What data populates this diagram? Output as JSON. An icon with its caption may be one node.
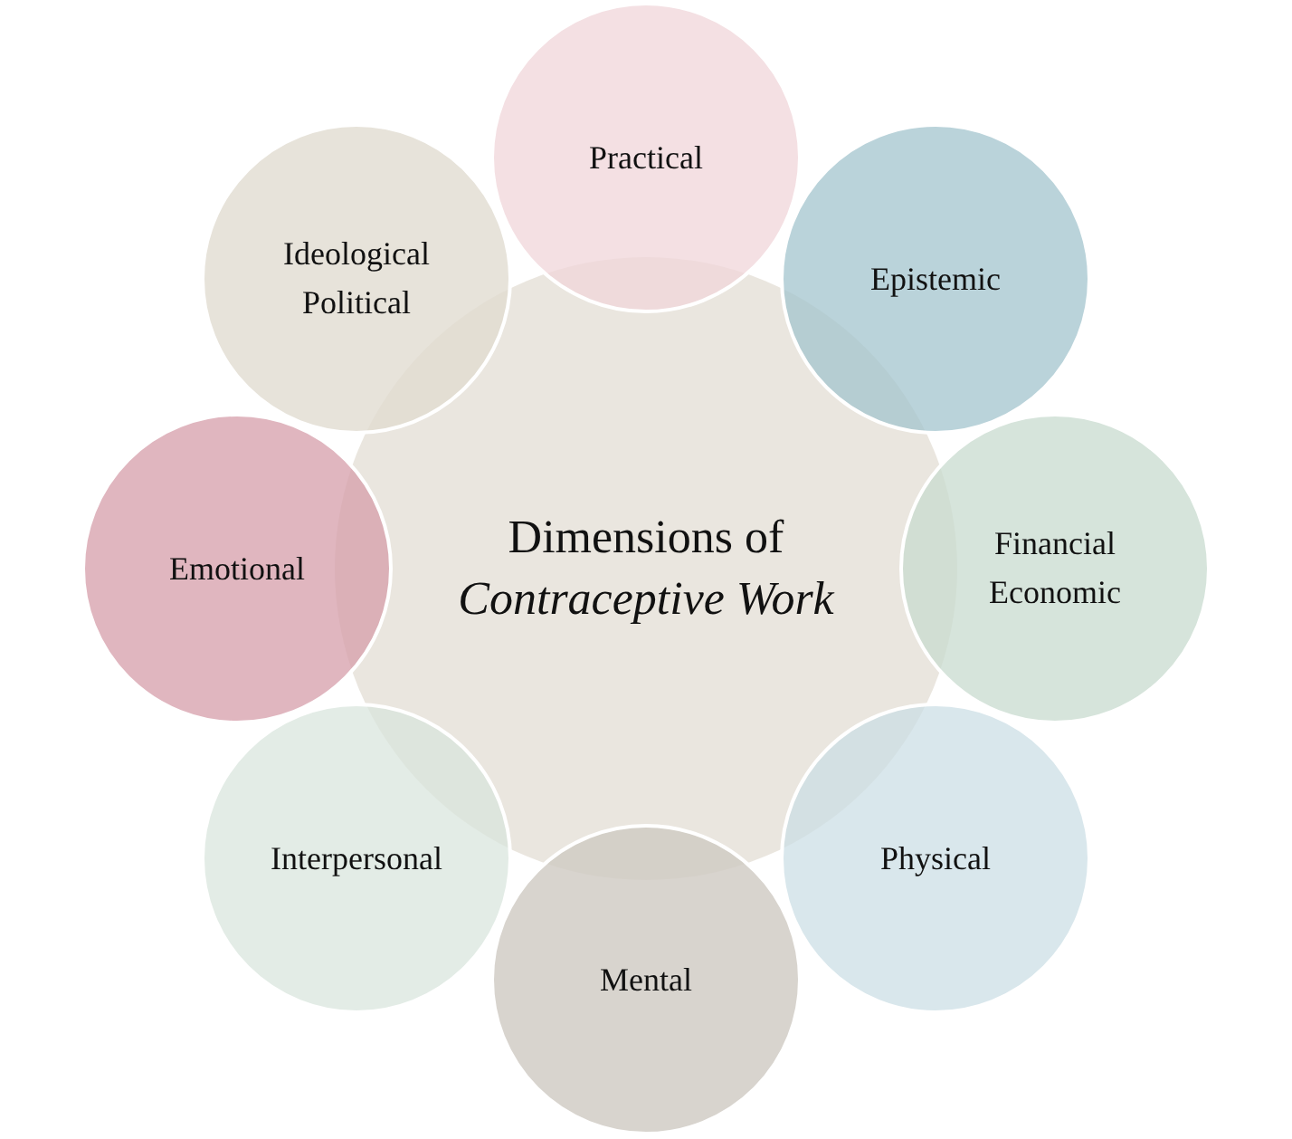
{
  "diagram": {
    "nodes": [
      {
        "text": [
          "Dimensions of *Contraceptive Work*"
        ]
      },
      {
        "text": [
          "Practical"
        ]
      },
      {
        "text": [
          "Epistemic"
        ]
      },
      {
        "text": [
          "Financial Economic"
        ]
      },
      {
        "text": [
          "Physical"
        ]
      },
      {
        "text": [
          "Mental"
        ]
      },
      {
        "text": [
          "Interpersonal"
        ]
      },
      {
        "text": [
          "Emotional"
        ]
      },
      {
        "text": [
          "Ideological Political"
        ]
      }
    ]
  }
}
